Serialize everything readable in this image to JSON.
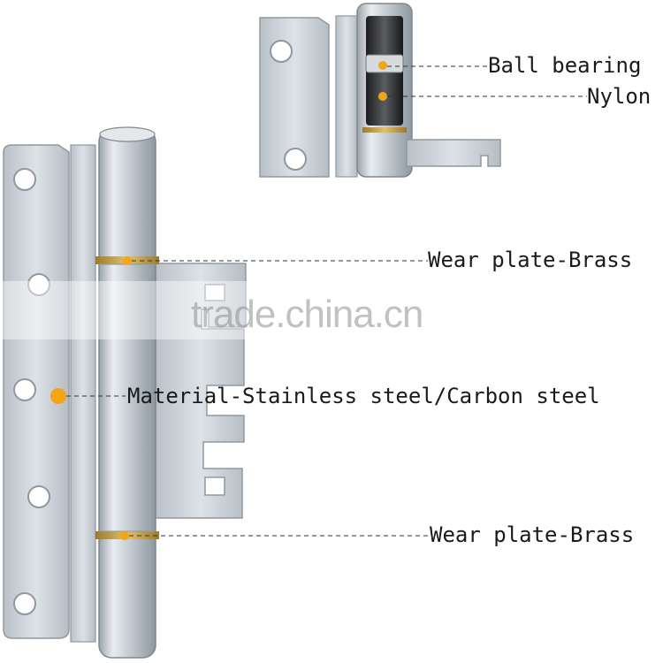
{
  "labels": {
    "ball_bearing": "Ball bearing",
    "nylon": "Nylon",
    "wear_plate_top": "Wear plate-Brass",
    "material": "Material-Stainless steel/Carbon steel",
    "wear_plate_bottom": "Wear plate-Brass"
  },
  "watermark": "trade.china.cn",
  "colors": {
    "background": "#ffffff",
    "steel": "#c9d0d6",
    "marker": "#f2a516",
    "brass": "#c8a24a",
    "leader": "#333333",
    "watermark_band": "#f3f3f3"
  }
}
